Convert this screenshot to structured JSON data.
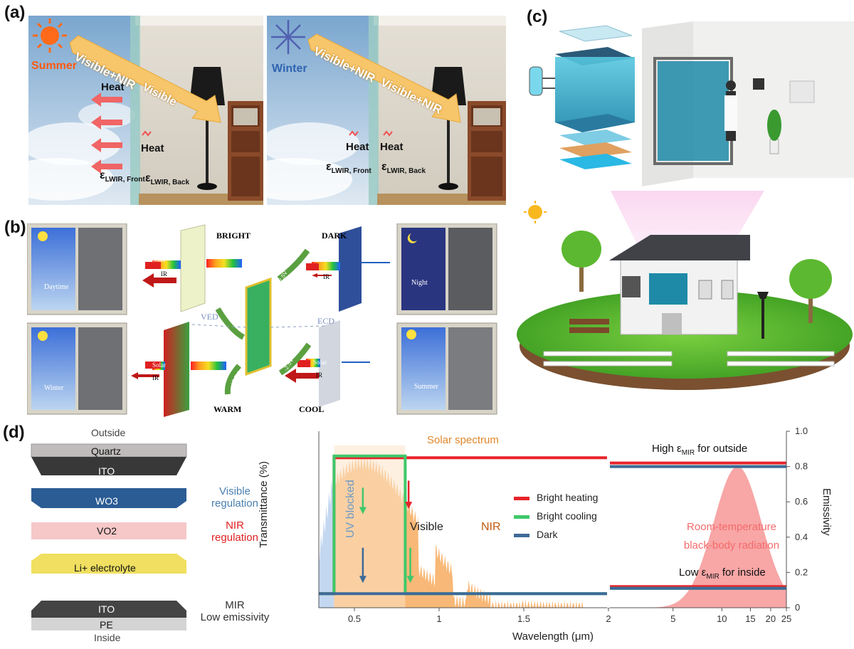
{
  "panels": {
    "a": {
      "label": "(a)",
      "summer_label": "Summer",
      "winter_label": "Winter",
      "vis_nir": "Visible+NIR",
      "visible": "Visible",
      "vis_nir_2": "Visible+NIR",
      "heat": "Heat",
      "heat_small": "Heat",
      "heat_w1": "Heat",
      "heat_w2": "Heat",
      "eps_front": "ε",
      "eps_front_sub": "LWIR, Front",
      "eps_back": "ε",
      "eps_back_sub": "LWIR, Back"
    },
    "b": {
      "label": "(b)",
      "bright": "BRIGHT",
      "dark": "DARK",
      "warm": "WARM",
      "cool": "COOL",
      "ved": "VED",
      "ecd": "ECD",
      "solar": "Solar",
      "ir": "IR",
      "daytime": "Daytime",
      "night": "Night",
      "winter": "Winter",
      "summer": "Summer",
      "v1": "-2.5V",
      "v2": "+2.5V",
      "v3": "+2.5V",
      "v4": "-2.5V"
    },
    "c": {
      "label": "(c)"
    },
    "d": {
      "label": "(d)",
      "outside": "Outside",
      "inside": "Inside",
      "layers": [
        "Quartz",
        "ITO",
        "WO3",
        "VO2",
        "Li+ electrolyte",
        "ITO",
        "PE"
      ],
      "visible_reg_1": "Visible",
      "visible_reg_2": "regulation",
      "nir_reg_1": "NIR",
      "nir_reg_2": "regulation",
      "mir_1": "MIR",
      "mir_2": "Low emissivity",
      "colors": {
        "visible": "#4a7fb0",
        "nir": "#e02020",
        "solar": "#f5a04a",
        "bbr": "#f36b6b"
      }
    }
  },
  "chart_data": {
    "type": "line",
    "title": "",
    "xlabel": "Wavelength (μm)",
    "ylabel": "Transmittance (%)",
    "y2label": "Emissivity",
    "x_ticks": [
      "0.5",
      "1",
      "1.5",
      "2",
      "5",
      "10",
      "15",
      "20",
      "25"
    ],
    "y2_ticks": [
      "0",
      "0.2",
      "0.4",
      "0.6",
      "0.8",
      "1.0"
    ],
    "ylim": [
      0,
      1.0
    ],
    "legend_position": "middle",
    "annotations": {
      "solar_spectrum": "Solar spectrum",
      "uv_blocked": "UV blocked",
      "visible": "Visible",
      "nir": "NIR",
      "high_eps": "High ε",
      "high_eps_sub": "MIR",
      "high_eps_tail": " for outside",
      "low_eps": "Low ε",
      "low_eps_sub": "MIR",
      "low_eps_tail": " for inside",
      "bbr_1": "Room-temperature",
      "bbr_2": "black-body radiation"
    },
    "series": [
      {
        "name": "Bright heating",
        "color": "#e8232a",
        "transmittance": {
          "x": [
            0.29,
            0.38,
            0.38,
            0.8,
            0.8,
            2.0
          ],
          "y": [
            0.08,
            0.08,
            0.85,
            0.85,
            0.85,
            0.85
          ]
        },
        "emissivity": {
          "outside": 0.82,
          "inside": 0.12
        }
      },
      {
        "name": "Bright cooling",
        "color": "#3fc86a",
        "transmittance": {
          "x": [
            0.29,
            0.38,
            0.38,
            0.8,
            0.8,
            2.0
          ],
          "y": [
            0.08,
            0.08,
            0.86,
            0.86,
            0.08,
            0.08
          ]
        },
        "emissivity": {
          "outside": 0.8,
          "inside": 0.11
        }
      },
      {
        "name": "Dark",
        "color": "#3d6a97",
        "transmittance": {
          "x": [
            0.29,
            2.0
          ],
          "y": [
            0.08,
            0.08
          ]
        },
        "emissivity": {
          "outside": 0.8,
          "inside": 0.11
        }
      }
    ]
  }
}
